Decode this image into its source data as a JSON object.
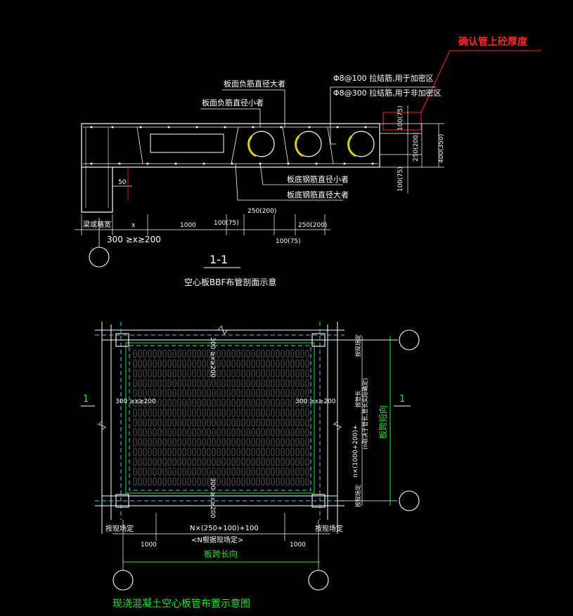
{
  "colors": {
    "background": "#000000",
    "line": "#ffffff",
    "red": "#ff2a2a",
    "green": "#22e82a",
    "cyan": "#35d6ff",
    "yellow": "#e0d200",
    "gray": "#9a9a9a"
  },
  "section": {
    "note_confirm": "确认管上砼厚度",
    "rebar_a": "Φ8@100  拉结筋,用于加密区",
    "rebar_b": "Φ8@300  拉结筋,用于非加密区",
    "top_large": "板面负筋直径大者",
    "top_small": "板面负筋直径小者",
    "bottom_small": "板底钢筋直径小者",
    "bottom_large": "板底钢筋直径大者",
    "dim_100_75": "100(75)",
    "dim_250_200": "250(200)",
    "dim_400_350": "400(350)",
    "dim_100_75_b": "100(75)",
    "dim_50": "50",
    "beam_width": "梁或墙宽",
    "dim_x": "x",
    "dim_1000": "1000",
    "dim_100_75_c": "100(75)",
    "dim_250_200_c": "250(200)",
    "dim_250_200_d": "250(200)",
    "dim_100_75_d": "100(75)",
    "range_x": "300 ≥x≥200",
    "title_num": "1-1",
    "title": "空心板BBF布管剖面示意"
  },
  "plan": {
    "edge_top": "300 ≥x≥200",
    "edge_left": "300 ≥x≥200",
    "edge_right": "300 ≥x≥200",
    "edge_bottom": "300 ≥x≥200",
    "label_1": "1",
    "label_1_right": "1",
    "right_dim_a": "n×(1000+200)+",
    "right_dim_b": "(n取决于管长,管长实际确定)",
    "right_dim_c": "按管长",
    "short_span": "板跨短向",
    "corner_tr": "按现场定",
    "corner_br": "按现场定",
    "corner_bl": "按现场定",
    "corner_bb": "按现场定",
    "n_formula": "N×(250+100)+100",
    "n_note": "<N根据现场定>",
    "dim_1000_l": "1000",
    "dim_1000_r": "1000",
    "long_span": "板跨长向",
    "title": "现浇混凝土空心板管布置示意图"
  }
}
